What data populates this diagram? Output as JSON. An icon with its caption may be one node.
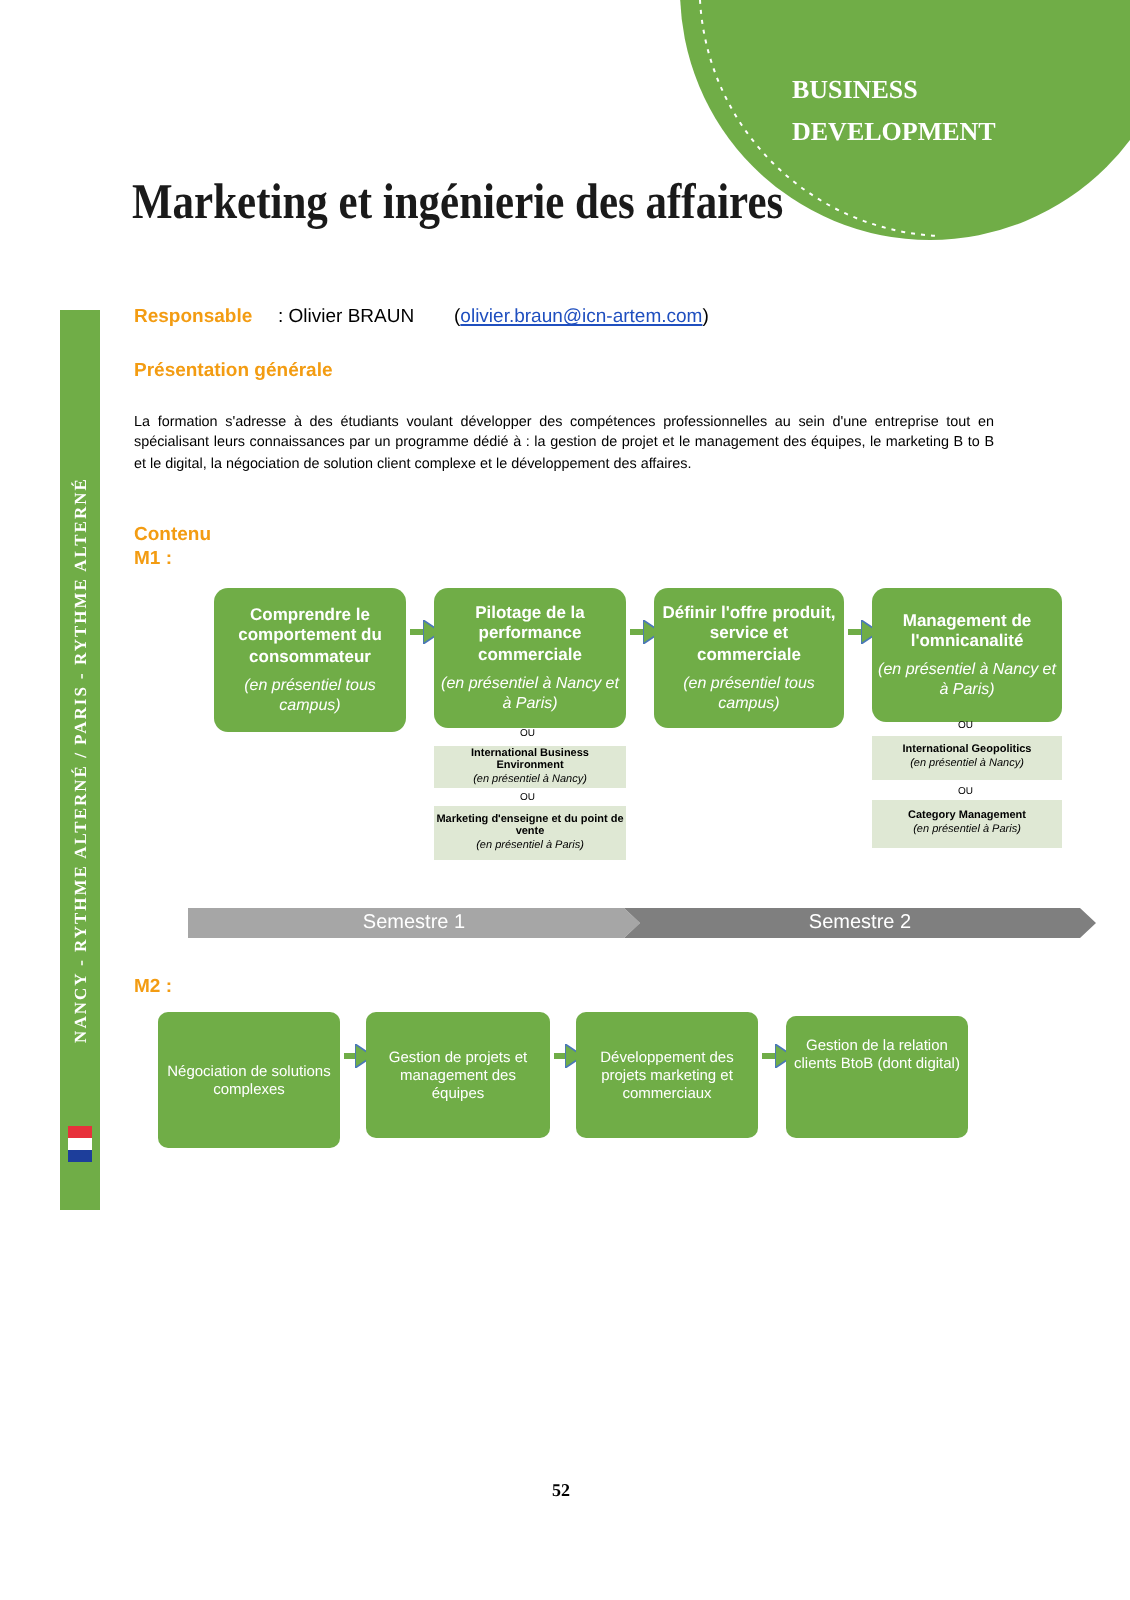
{
  "diagram": {
    "title": "Marketing et ingénierie des affaires",
    "nodes": [
      {
        "text": [
          "Comprendre le comportement du consommateur",
          "(en présentiel tous campus)"
        ]
      },
      {
        "text": [
          "Pilotage de la performance commerciale",
          "(en présentiel à Nancy et à Paris)"
        ]
      },
      {
        "text": [
          "Définir l'offre produit, service et commerciale",
          "(en présentiel tous campus)"
        ]
      },
      {
        "text": [
          "Management de l'omnicanalité",
          "(en présentiel à Nancy et à Paris)"
        ]
      },
      {
        "text": [
          "International Business Environment",
          "(en présentiel à Nancy)"
        ]
      },
      {
        "text": [
          "Marketing d'enseigne et du point de vente",
          "(en présentiel à Paris)"
        ]
      },
      {
        "text": [
          "International Geopolitics",
          "(en présentiel à Nancy)"
        ]
      },
      {
        "text": [
          "Category Management",
          "(en présentiel à Paris)"
        ]
      },
      {
        "text": [
          "Semestre 1"
        ]
      },
      {
        "text": [
          "Semestre 2"
        ]
      },
      {
        "text": [
          "Négociation de solutions complexes"
        ]
      },
      {
        "text": [
          "Gestion de projets et management des équipes"
        ]
      },
      {
        "text": [
          "Développement des projets marketing et commerciaux"
        ]
      },
      {
        "text": [
          "Gestion de la relation clients BtoB (dont digital)"
        ]
      }
    ],
    "edges": [
      {
        "from": 0,
        "to": 1,
        "arrow": "to"
      },
      {
        "from": 1,
        "to": 2,
        "arrow": "to"
      },
      {
        "from": 2,
        "to": 3,
        "arrow": "to"
      },
      {
        "from": 10,
        "to": 11,
        "arrow": "to"
      },
      {
        "from": 11,
        "to": 12,
        "arrow": "to"
      },
      {
        "from": 12,
        "to": 13,
        "arrow": "to"
      }
    ],
    "labels": [
      "BUSINESS DEVELOPMENT",
      "NANCY - RYTHME ALTERNÉ / PARIS - RYTHME ALTERNÉ",
      "Responsable",
      ": Olivier BRAUN",
      "(olivier.braun@icn-artem.com)",
      "Présentation générale",
      "La formation s'adresse à des étudiants voulant développer des compétences professionnelles au sein d'une entreprise tout en spécialisant leurs connaissances par un programme dédié à : la gestion de projet et le management des équipes, le marketing B to B et le digital, la négociation de solution client complexe et le développement des affaires.",
      "Contenu",
      "M1 :",
      "OU",
      "OU",
      "OU",
      "OU",
      "M2 :",
      "52"
    ]
  }
}
